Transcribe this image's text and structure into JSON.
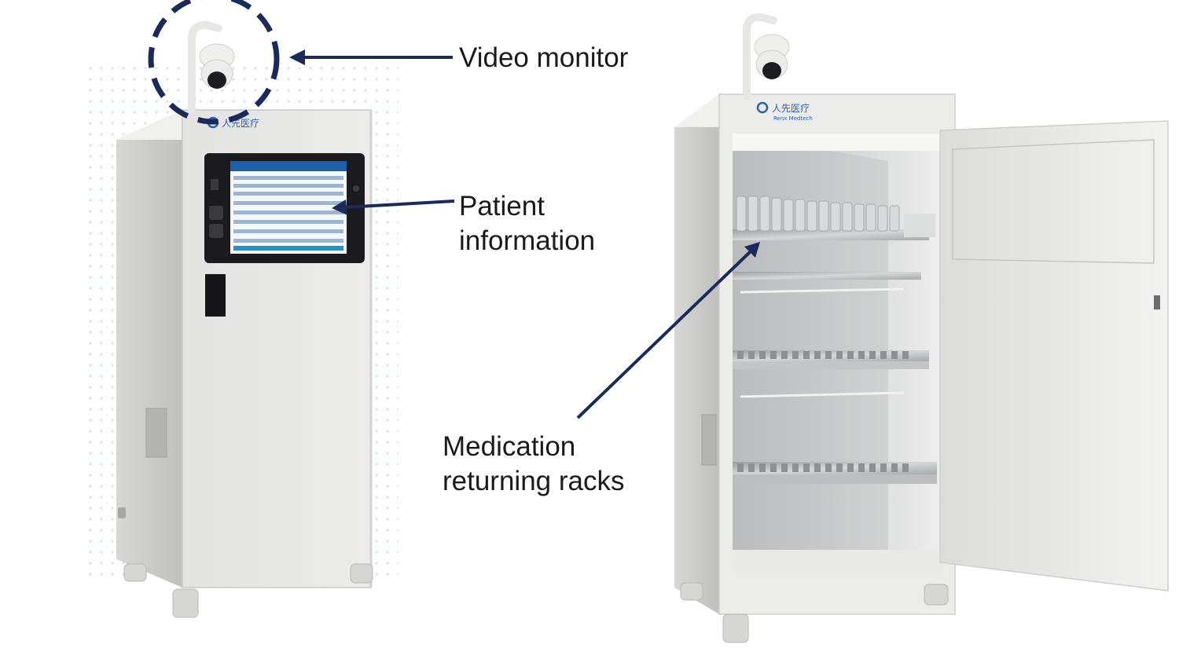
{
  "labels": {
    "video_monitor": "Video monitor",
    "patient_info_line1": "Patient",
    "patient_info_line2": "information",
    "racks_line1": "Medication",
    "racks_line2": "returning racks"
  },
  "logo": {
    "brand_cn": "人先医疗",
    "brand_en": "Renx Medtech"
  },
  "colors": {
    "arrow": "#1c2a5a",
    "cabinet_body": "#e6e7e5",
    "cabinet_side": "#c9cac7",
    "screen_frame": "#1b1b1f",
    "screen_ui": "#1f5fa8",
    "logo_blue": "#2b63b0",
    "dot_pattern": "#cfe8ea",
    "stainless": "#bcbdbe"
  }
}
